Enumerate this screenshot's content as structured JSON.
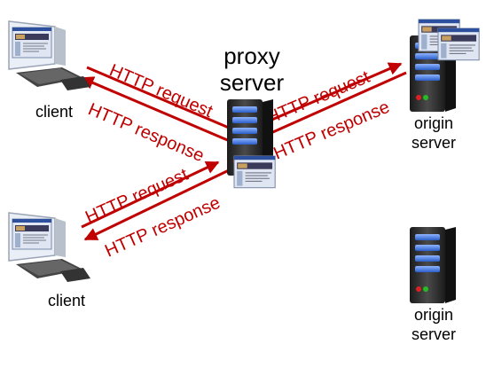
{
  "labels": {
    "proxy_line1": "proxy",
    "proxy_line2": "server",
    "client_top": "client",
    "client_bottom": "client",
    "origin_top_line1": "origin",
    "origin_top_line2": "server",
    "origin_bottom_line1": "origin",
    "origin_bottom_line2": "server"
  },
  "arrows": {
    "req_top_left": "HTTP request",
    "resp_top_left": "HTTP response",
    "req_top_right": "HTTP request",
    "resp_top_right": "HTTP response",
    "req_bottom_left": "HTTP request",
    "resp_bottom_left": "HTTP response"
  },
  "colors": {
    "arrow": "#c00000",
    "server_body": "#2a2a2a",
    "server_bay": "#3a6fd8",
    "led_red": "#e02020",
    "led_green": "#20c020"
  },
  "icons": [
    "computer-icon",
    "server-icon",
    "browser-window-icon"
  ]
}
